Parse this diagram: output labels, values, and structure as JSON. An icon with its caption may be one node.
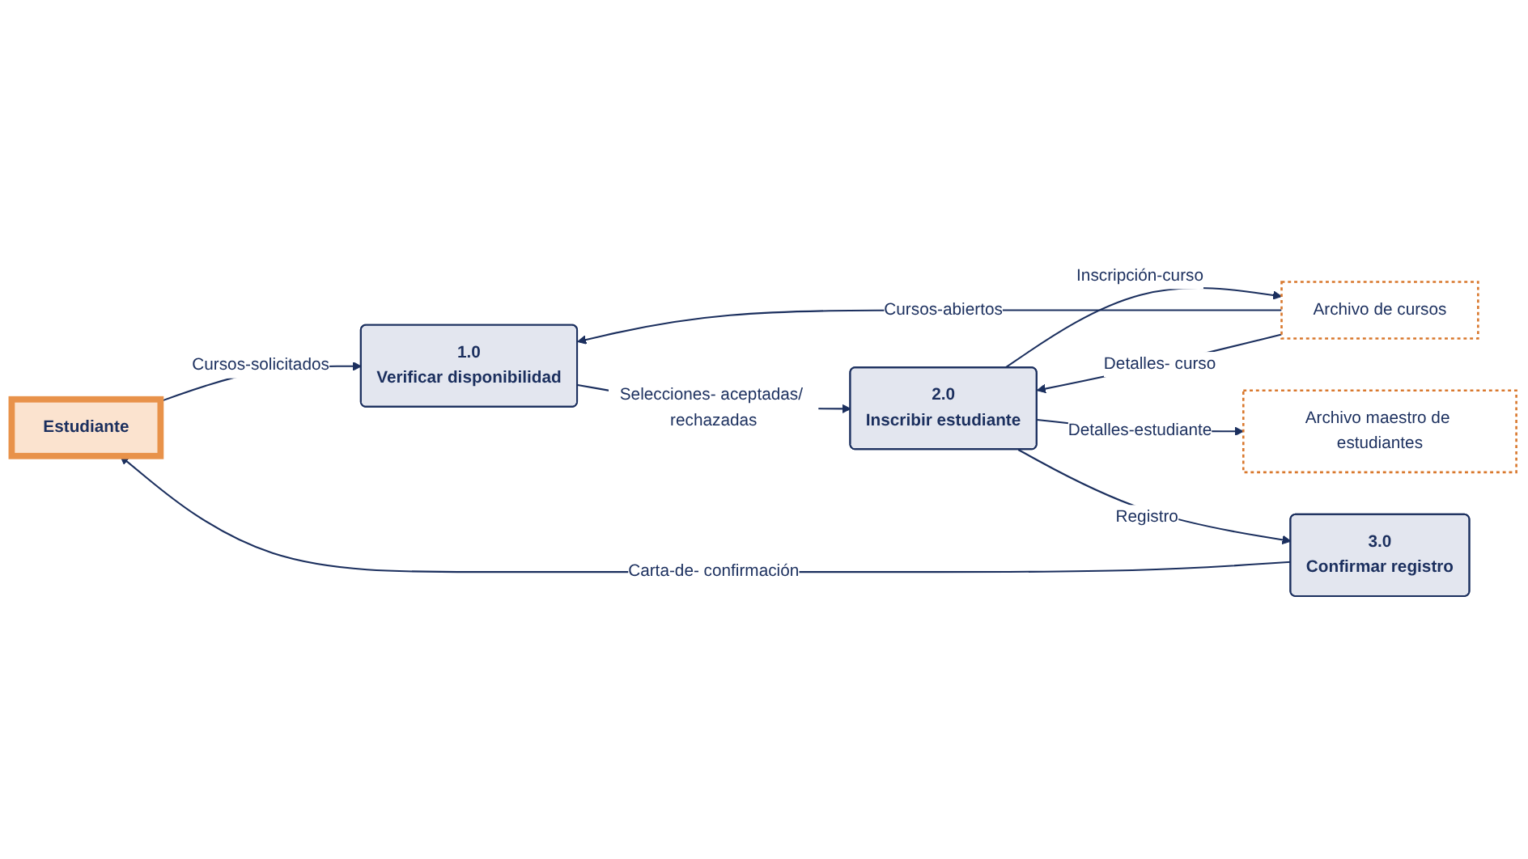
{
  "diagram": {
    "nodes": [
      {
        "text": [
          "Estudiante"
        ]
      },
      {
        "text": [
          "1.0",
          "Verificar disponibilidad"
        ]
      },
      {
        "text": [
          "Archivo de cursos"
        ]
      },
      {
        "text": [
          "2.0",
          "Inscribir estudiante"
        ]
      },
      {
        "text": [
          "Archivo maestro de estudiantes"
        ]
      },
      {
        "text": [
          "3.0",
          "Confirmar registro"
        ]
      }
    ],
    "edges": [
      {
        "from": 0,
        "to": 1,
        "arrow": "to",
        "label": "Cursos-solicitados"
      },
      {
        "from": 2,
        "to": 1,
        "arrow": "to",
        "label": "Cursos-abiertos"
      },
      {
        "from": 1,
        "to": 3,
        "arrow": "to",
        "label": "Selecciones- aceptadas/ rechazadas"
      },
      {
        "from": 2,
        "to": 3,
        "arrow": "to",
        "label": "Detalles- curso"
      },
      {
        "from": 3,
        "to": 2,
        "arrow": "to",
        "label": "Inscripción-curso"
      },
      {
        "from": 3,
        "to": 4,
        "arrow": "to",
        "label": "Detalles-estudiante"
      },
      {
        "from": 3,
        "to": 5,
        "arrow": "to",
        "label": "Registro"
      },
      {
        "from": 5,
        "to": 0,
        "arrow": "to",
        "label": "Carta-de- confirmación"
      }
    ]
  }
}
